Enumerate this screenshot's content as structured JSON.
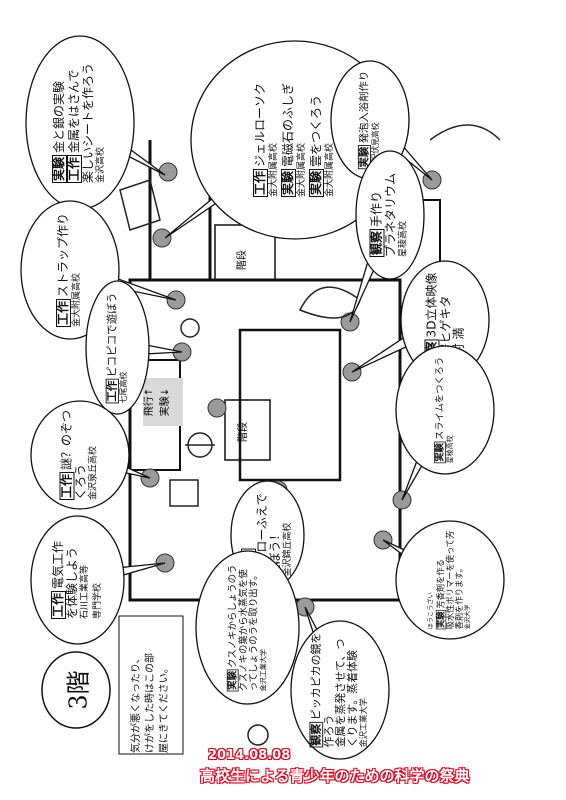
{
  "floor_label": "3階",
  "notice": {
    "lines": [
      "気分が悪くなったり、",
      "けがをした時はこの部",
      "屋にきてください。"
    ]
  },
  "stairs": [
    "階段",
    "階段"
  ],
  "aisle": [
    "飛行↑",
    "実験↓"
  ],
  "banner": {
    "date": "2014.08.08",
    "title": "高校生による青少年のための科学の祭典"
  },
  "bubbles": [
    {
      "id": "gold-silver",
      "rows": [
        {
          "tag": "実験",
          "text": "金と銀の実験"
        },
        {
          "tag": "工作",
          "text": "金属をはさんで"
        },
        {
          "tag": "",
          "text": "楽しいシートを作ろう"
        },
        {
          "tag": "",
          "text": "金沢高校",
          "small": true
        }
      ]
    },
    {
      "id": "jelly-candle",
      "rows": [
        {
          "tag": "工作",
          "text": "ジェルローソク"
        },
        {
          "tag": "",
          "text": "金大附属高校",
          "small": true
        },
        {
          "tag": "実験",
          "text": "電磁石のふしぎ"
        },
        {
          "tag": "",
          "text": "金大附属高校",
          "small": true
        },
        {
          "tag": "実験",
          "text": "雲をつくろう"
        },
        {
          "tag": "",
          "text": "金大附属高校",
          "small": true
        }
      ]
    },
    {
      "id": "bath-salt",
      "rows": [
        {
          "tag": "実験",
          "text": "発泡入浴剤作り"
        },
        {
          "tag": "",
          "text": "金沢伏見高校",
          "small": true
        }
      ]
    },
    {
      "id": "strap",
      "rows": [
        {
          "tag": "工作",
          "text": "ストラップ作り"
        },
        {
          "tag": "",
          "text": "金大附属高校",
          "small": true
        }
      ]
    },
    {
      "id": "planetarium",
      "rows": [
        {
          "tag": "観察",
          "text": "手作り"
        },
        {
          "tag": "",
          "text": "プラネタリウム"
        },
        {
          "tag": "",
          "text": "星稜高校",
          "small": true
        }
      ]
    },
    {
      "id": "pikopiko",
      "rows": [
        {
          "tag": "工作",
          "text": "ピコピコで遊ぼう"
        },
        {
          "tag": "",
          "text": "七尾高校",
          "small": true
        }
      ]
    },
    {
      "id": "3d-video",
      "rows": [
        {
          "tag": "観察",
          "text": "3D立体映像"
        },
        {
          "tag": "",
          "text": "工房ヒゲキタ"
        },
        {
          "tag": "",
          "text": "北村 満"
        }
      ]
    },
    {
      "id": "mystery",
      "rows": [
        {
          "tag": "工作",
          "text": "謎？のぞつ"
        },
        {
          "tag": "",
          "text": "くろう"
        },
        {
          "tag": "",
          "text": "金沢泉丘高校",
          "small": true
        }
      ]
    },
    {
      "id": "slime",
      "rows": [
        {
          "tag": "実験",
          "text": "スライムをつくろう"
        },
        {
          "tag": "",
          "text": "星稜高校",
          "small": true
        }
      ]
    },
    {
      "id": "electric",
      "rows": [
        {
          "tag": "工作",
          "text": "電気工作"
        },
        {
          "tag": "",
          "text": "を体験しよう"
        },
        {
          "tag": "",
          "text": "石川工業高等",
          "small": true
        },
        {
          "tag": "",
          "text": "専門学校",
          "small": true
        }
      ]
    },
    {
      "id": "straw",
      "rows": [
        {
          "tag": "工作",
          "text": ""
        },
        {
          "tag": "",
          "text": "ストローふえで"
        },
        {
          "tag": "",
          "text": "遊ぼう！"
        },
        {
          "tag": "",
          "text": "金沢錦丘高校",
          "small": true
        }
      ]
    },
    {
      "id": "camphor",
      "rows": [
        {
          "tag": "実験",
          "text": "クスノキからしょうのう"
        },
        {
          "tag": "",
          "text": "クスノキの葉から水蒸気を使"
        },
        {
          "tag": "",
          "text": "ってしょうのうを取り出す。"
        },
        {
          "tag": "",
          "text": "金沢工業大学",
          "small": true
        }
      ]
    },
    {
      "id": "aroma",
      "rows": [
        {
          "tag": "",
          "text": "ほうこうざい",
          "small": true
        },
        {
          "tag": "実験",
          "text": "芳香剤を作る"
        },
        {
          "tag": "",
          "text": "吸水性ポリマーを使って芳"
        },
        {
          "tag": "",
          "text": "香剤を作ります。"
        },
        {
          "tag": "",
          "text": "金沢大学",
          "small": true
        }
      ]
    },
    {
      "id": "mirror",
      "rows": [
        {
          "tag": "観察",
          "text": "ピッカピカの鏡を"
        },
        {
          "tag": "",
          "text": "作ろう"
        },
        {
          "tag": "",
          "text": "金属を蒸発させて、つ"
        },
        {
          "tag": "",
          "text": "くります。蒸着体験"
        },
        {
          "tag": "",
          "text": "金沢工業大学",
          "small": true
        }
      ]
    }
  ]
}
